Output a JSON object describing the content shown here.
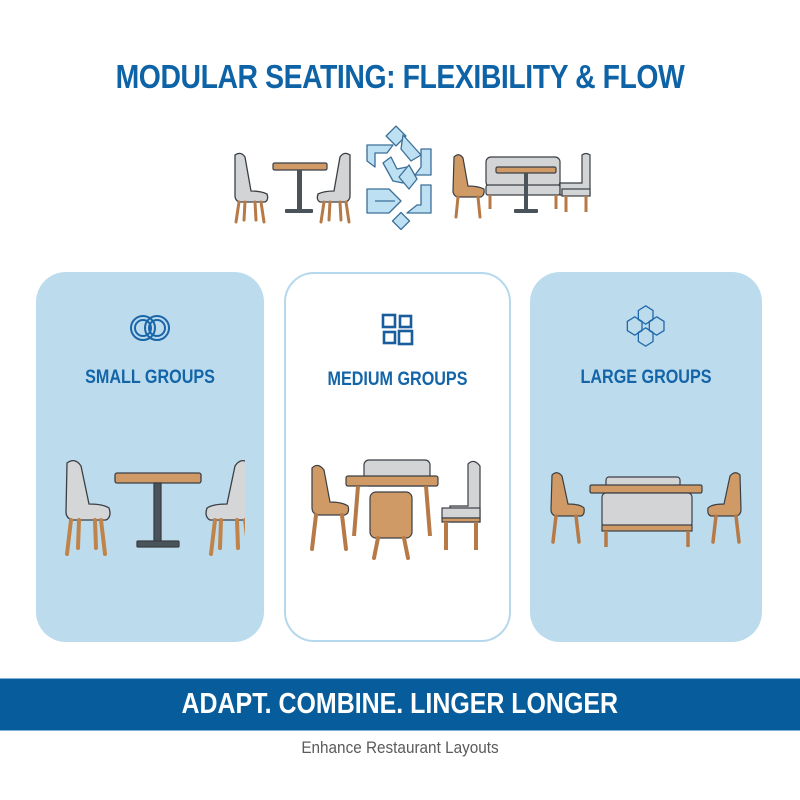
{
  "header": {
    "title": "MODULAR SEATING: FLEXIBILITY & FLOW"
  },
  "hero": {
    "left_illustration": "table-with-two-gray-chairs",
    "center_icon": "modular-arrows-icon",
    "right_illustration": "table-with-chair-and-benches"
  },
  "cards": [
    {
      "label": "SMALL GROUPS",
      "icon": "interlocking-rings-icon",
      "illustration": "two-chairs-square-table",
      "style": "filled"
    },
    {
      "label": "MEDIUM GROUPS",
      "icon": "four-squares-icon",
      "illustration": "table-chairs-and-bench",
      "style": "outlined"
    },
    {
      "label": "LARGE GROUPS",
      "icon": "hexagon-cluster-icon",
      "illustration": "long-table-with-benches",
      "style": "filled"
    }
  ],
  "banner": {
    "text": "ADAPT. COMBINE. LINGER LONGER"
  },
  "footer": {
    "subtitle": "Enhance Restaurant Layouts"
  },
  "colors": {
    "primary_blue": "#0e63a6",
    "banner_blue": "#075c9c",
    "card_fill": "#bcdcee",
    "card_border": "#b5d8ec",
    "wood": "#c9925e",
    "upholstery_gray": "#d2d4d6",
    "metal": "#4a525a",
    "subtitle_gray": "#5a5a5a"
  }
}
